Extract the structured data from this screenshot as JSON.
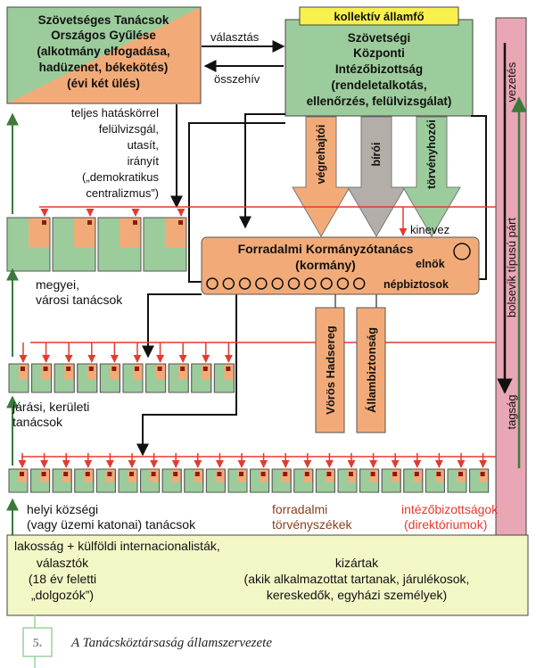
{
  "colors": {
    "orange": "#f2ab78",
    "green": "#9ccc9c",
    "pink_bar": "#e9a6b4",
    "yellow_label": "#f8f14d",
    "yellow_box": "#f3f6c5",
    "grey_arrow": "#b3aea8",
    "red": "#e53a2e",
    "dark_green": "#3c7a3c"
  },
  "assembly": {
    "lines": [
      "Szövetséges Tanácsok",
      "Országos Gyűlése",
      "(alkotmány elfogadása,",
      "hadüzenet, békekötés)",
      "(évi két ülés)"
    ]
  },
  "arrows_top": {
    "election": "választás",
    "convene": "összehív"
  },
  "central_committee": {
    "label": "kollektív államfő",
    "lines": [
      "Szövetségi",
      "Központi",
      "Intézőbizottság",
      "(rendeletalkotás,",
      "ellenőrzés, felülvizsgálat)"
    ]
  },
  "branches": {
    "executive": "végrehajtói",
    "judicial": "bírói",
    "legislative": "törvényhozói"
  },
  "party": {
    "leadership": "vezetés",
    "name": "bolsevik típusú párt",
    "membership": "tagság"
  },
  "control_text": [
    "teljes hatáskörrel",
    "felülvizsgál,",
    "utasít,",
    "irányít",
    "(„demokratikus",
    "centralizmus”)"
  ],
  "appoints": "kinevez",
  "government": {
    "lines": [
      "Forradalmi Kormányzótanács",
      "(kormány)"
    ],
    "chairman": "elnök",
    "commissars": "népbiztosok"
  },
  "county_councils": [
    "megyei,",
    "városi tanácsok"
  ],
  "district_councils": [
    "járási, kerületi",
    "tanácsok"
  ],
  "army": "Vörös Hadsereg",
  "security": "Állambiztonság",
  "local_councils": [
    "helyi községi",
    "(vagy üzemi katonai) tanácsok"
  ],
  "tribunals": [
    "forradalmi",
    "törvényszékek"
  ],
  "directorates": [
    "intézőbizottságok",
    "(direktóriumok)"
  ],
  "population": {
    "line1": "lakosság + külföldi internacionalisták,",
    "voters_lines": [
      "választók",
      "(18 év feletti",
      "„dolgozók”)"
    ],
    "excluded_lines": [
      "kizártak",
      "(akik alkalmazottat tartanak, járulékosok,",
      "kereskedők, egyházi személyek)"
    ]
  },
  "caption": {
    "number": "5.",
    "text": "A Tanácsköztársaság államszervezete"
  }
}
